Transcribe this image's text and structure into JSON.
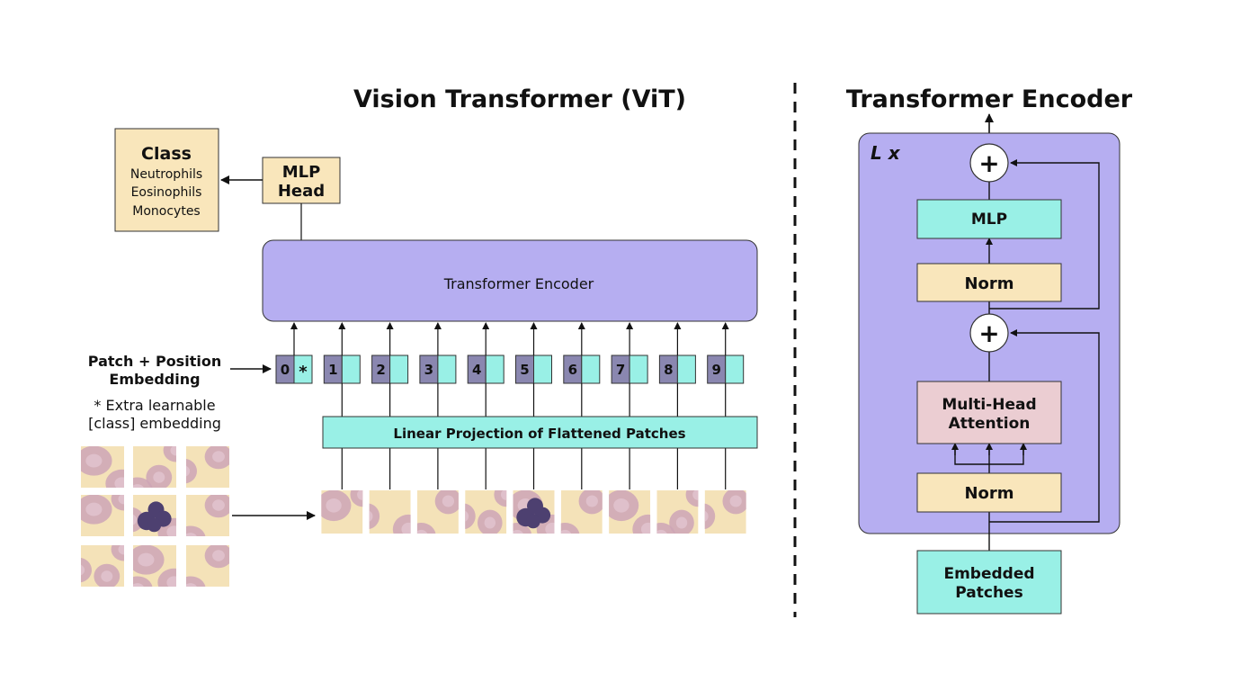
{
  "titles": {
    "vit": "Vision Transformer (ViT)",
    "encoder": "Transformer Encoder"
  },
  "class_box": {
    "title": "Class",
    "items": [
      "Neutrophils",
      "Eosinophils",
      "Monocytes"
    ]
  },
  "mlp_head": {
    "line1": "MLP",
    "line2": "Head"
  },
  "transformer_encoder_label": "Transformer Encoder",
  "embedding": {
    "label_line1": "Patch + Position",
    "label_line2": "Embedding",
    "note_line1": "* Extra learnable",
    "note_line2": "[class] embedding"
  },
  "tokens": [
    "0",
    "1",
    "2",
    "3",
    "4",
    "5",
    "6",
    "7",
    "8",
    "9"
  ],
  "class_token_marker": "*",
  "linear_projection_label": "Linear Projection of Flattened Patches",
  "encoder_block": {
    "repeat_label": "L x",
    "plus": "+",
    "mlp": "MLP",
    "norm": "Norm",
    "mha_line1": "Multi-Head",
    "mha_line2": "Attention",
    "embedded_line1": "Embedded",
    "embedded_line2": "Patches"
  },
  "colors": {
    "purple": "#b6aef1",
    "purple_border": "#7a74a8",
    "token_dark": "#8a87b0",
    "cyan": "#99f0e6",
    "yellow": "#f9e6bb",
    "pink": "#ebcdd2",
    "patch_bg": "#f4e2b8",
    "cell": "#cda4b6",
    "nucleus": "#4d4070"
  }
}
